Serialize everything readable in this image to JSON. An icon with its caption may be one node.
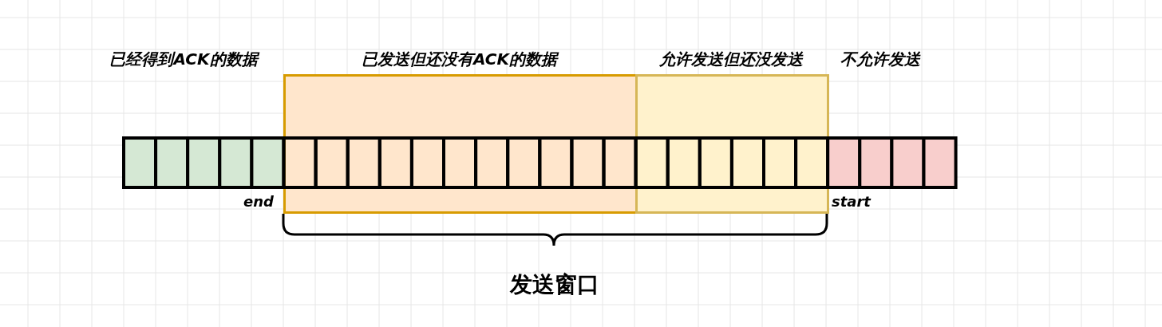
{
  "diagram": {
    "nodes": [
      {
        "text": [
          "已发送但还没有ACK的数据"
        ]
      },
      {
        "text": [
          "允许发送但还没发送"
        ]
      }
    ],
    "labels": [
      "已经得到ACK的数据",
      "不允许发送",
      "end",
      "start",
      "发送窗口"
    ]
  }
}
